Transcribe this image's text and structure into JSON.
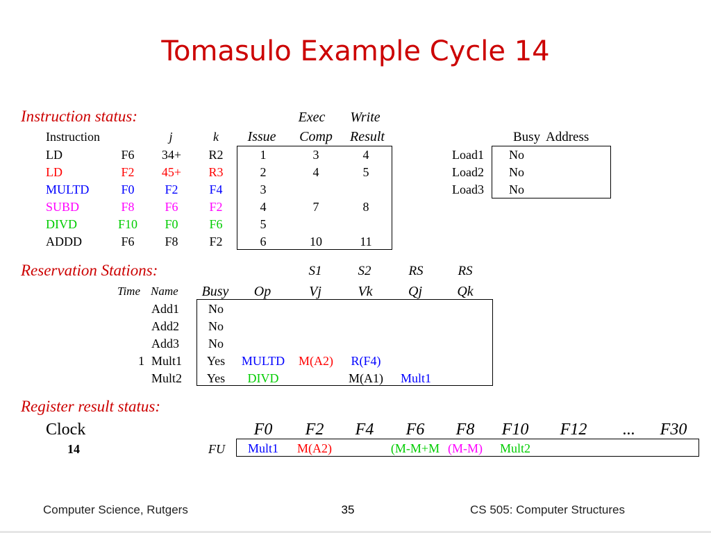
{
  "slide": {
    "title": "Tomasulo Example Cycle 14",
    "footer_left": "Computer Science, Rutgers",
    "page_number": "35",
    "footer_right": "CS 505: Computer Structures"
  },
  "instruction_status": {
    "heading": "Instruction status:",
    "group_header_exec": "Exec",
    "group_header_write": "Write",
    "headers": [
      "Instruction",
      "j",
      "k",
      "Issue",
      "Comp",
      "Result"
    ],
    "rows": [
      {
        "op": "LD",
        "dest": "F6",
        "j": "34+",
        "k": "R2",
        "issue": "1",
        "comp": "3",
        "result": "4",
        "color": "#000000"
      },
      {
        "op": "LD",
        "dest": "F2",
        "j": "45+",
        "k": "R3",
        "issue": "2",
        "comp": "4",
        "result": "5",
        "color": "#ff0000"
      },
      {
        "op": "MULTD",
        "dest": "F0",
        "j": "F2",
        "k": "F4",
        "issue": "3",
        "comp": "",
        "result": "",
        "color": "#0000ff"
      },
      {
        "op": "SUBD",
        "dest": "F8",
        "j": "F6",
        "k": "F2",
        "issue": "4",
        "comp": "7",
        "result": "8",
        "color": "#ff00ff"
      },
      {
        "op": "DIVD",
        "dest": "F10",
        "j": "F0",
        "k": "F6",
        "issue": "5",
        "comp": "",
        "result": "",
        "color": "#00cc00"
      },
      {
        "op": "ADDD",
        "dest": "F6",
        "j": "F8",
        "k": "F2",
        "issue": "6",
        "comp": "10",
        "result": "11",
        "color": "#000000"
      }
    ]
  },
  "load_buffers": {
    "headers": [
      "Busy",
      "Address"
    ],
    "rows": [
      {
        "name": "Load1",
        "busy": "No",
        "address": ""
      },
      {
        "name": "Load2",
        "busy": "No",
        "address": ""
      },
      {
        "name": "Load3",
        "busy": "No",
        "address": ""
      }
    ]
  },
  "reservation_stations": {
    "heading": "Reservation Stations:",
    "group_headers": [
      "S1",
      "S2",
      "RS",
      "RS"
    ],
    "headers": [
      "Time",
      "Name",
      "Busy",
      "Op",
      "Vj",
      "Vk",
      "Qj",
      "Qk"
    ],
    "rows": [
      {
        "time": "",
        "name": "Add1",
        "busy": "No",
        "op": "",
        "vj": "",
        "vk": "",
        "qj": "",
        "qk": ""
      },
      {
        "time": "",
        "name": "Add2",
        "busy": "No",
        "op": "",
        "vj": "",
        "vk": "",
        "qj": "",
        "qk": ""
      },
      {
        "time": "",
        "name": "Add3",
        "busy": "No",
        "op": "",
        "vj": "",
        "vk": "",
        "qj": "",
        "qk": ""
      },
      {
        "time": "1",
        "name": "Mult1",
        "busy": "Yes",
        "op": "MULTD",
        "vj": "M(A2)",
        "vk": "R(F4)",
        "qj": "",
        "qk": ""
      },
      {
        "time": "",
        "name": "Mult2",
        "busy": "Yes",
        "op": "DIVD",
        "vj": "",
        "vk": "M(A1)",
        "qj": "Mult1",
        "qk": ""
      }
    ],
    "colors": {
      "multd": "#0000ff",
      "m_a2": "#ff0000",
      "r_f4": "#0000ff",
      "divd": "#00cc00",
      "mult1": "#0000ff"
    }
  },
  "register_status": {
    "heading": "Register result status:",
    "clock_label": "Clock",
    "clock_value": "14",
    "fu_label": "FU",
    "registers": [
      "F0",
      "F2",
      "F4",
      "F6",
      "F8",
      "F10",
      "F12",
      "...",
      "F30"
    ],
    "fu_values": [
      "Mult1",
      "M(A2)",
      "",
      "(M-M+M",
      "(M-M)",
      "Mult2",
      "",
      "",
      ""
    ],
    "fu_colors": [
      "#0000ff",
      "#ff0000",
      "#000000",
      "#00cc00",
      "#ff00ff",
      "#00cc00",
      "#000000",
      "#000000",
      "#000000"
    ]
  }
}
